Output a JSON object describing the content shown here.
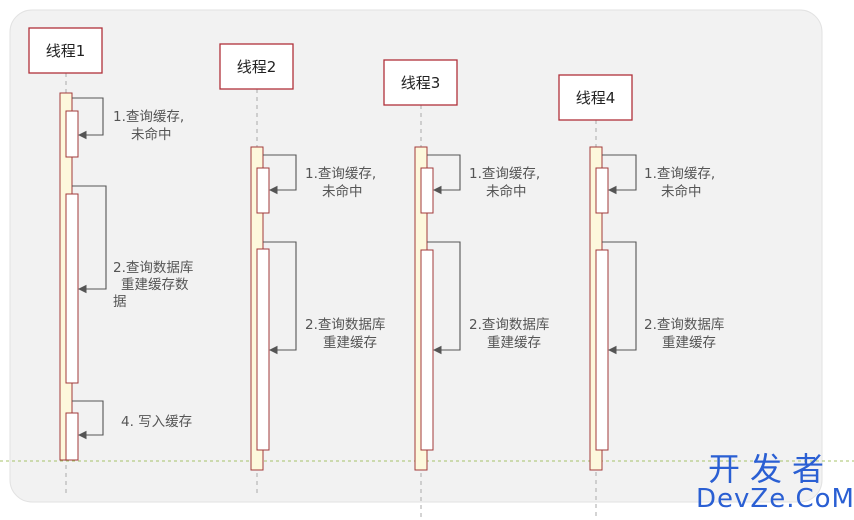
{
  "threads": [
    {
      "label": "线程1"
    },
    {
      "label": "线程2"
    },
    {
      "label": "线程3"
    },
    {
      "label": "线程4"
    }
  ],
  "messages": {
    "t1_step1": [
      "1.查询缓存,",
      "未命中"
    ],
    "t1_step2": [
      "2.查询数据库",
      "重建缓存数",
      "据"
    ],
    "t1_step4": [
      "4. 写入缓存"
    ],
    "t2_step1": [
      "1.查询缓存,",
      "未命中"
    ],
    "t2_step2": [
      "2.查询数据库",
      "重建缓存"
    ],
    "t3_step1": [
      "1.查询缓存,",
      "未命中"
    ],
    "t3_step2": [
      "2.查询数据库",
      "重建缓存"
    ],
    "t4_step1": [
      "1.查询缓存,",
      "未命中"
    ],
    "t4_step2": [
      "2.查询数据库",
      "重建缓存"
    ]
  },
  "watermark": {
    "line1": "开发者",
    "line2": "DevZe.CoM"
  },
  "colors": {
    "box_border": "#b0313a",
    "activation_fill": "#fdf8dc",
    "activation_border": "#a23a3a",
    "arrow": "#555555",
    "lifeline": "#aaaaaa",
    "canvas": "#f2f2f2",
    "text": "#555555",
    "dashed_rule": "#a7c36a"
  }
}
